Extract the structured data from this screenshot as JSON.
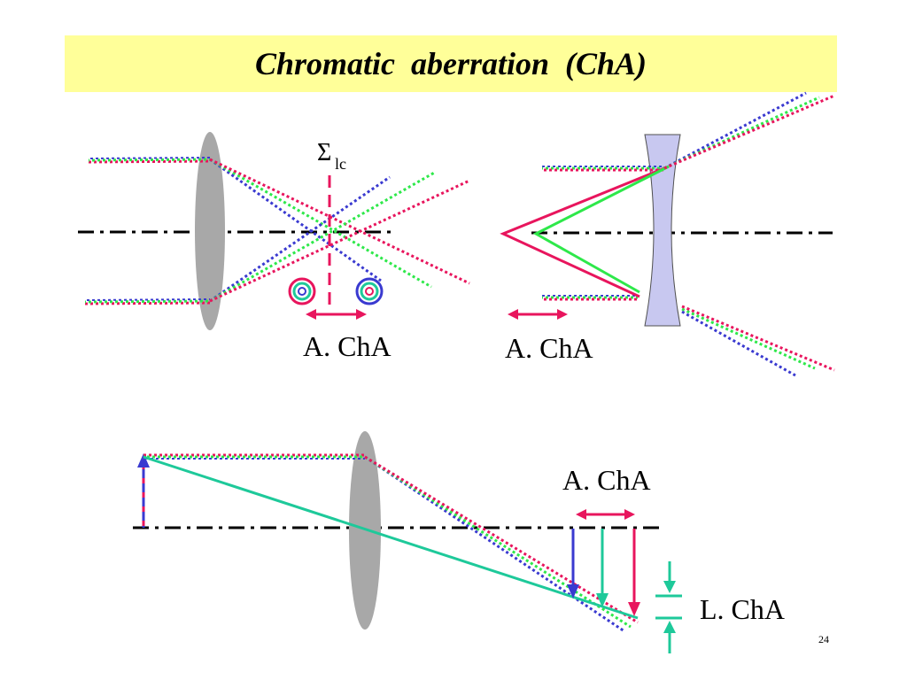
{
  "title": "Chromatic  aberration  (ChA)",
  "labels": {
    "focal_plane_symbol": "Σ",
    "focal_plane_subscript": "lc",
    "converging_axial": "A. ChA",
    "diverging_axial": "A. ChA",
    "imaging_axial": "A. ChA",
    "imaging_lateral": "L. ChA"
  },
  "page_number": "24",
  "colors": {
    "title_background": "#ffff99",
    "red_ray": "#e8155d",
    "green_ray": "#2ee84a",
    "blue_ray": "#3a3ad0",
    "teal_ray": "#1ec99a",
    "lens_gray": "#a8a8a8",
    "diverging_lens": "#c8c8f0",
    "axis": "#000000"
  }
}
